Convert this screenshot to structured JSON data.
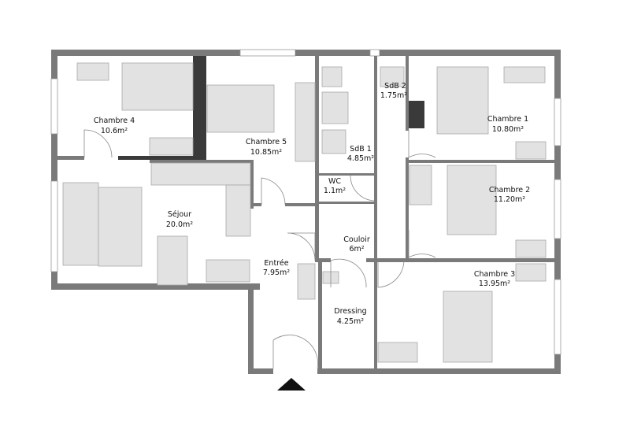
{
  "plan": {
    "entrance_marker": "entrance-triangle",
    "rooms": [
      {
        "id": "chambre-4",
        "name": "Chambre 4",
        "area": "10.6m²"
      },
      {
        "id": "chambre-5",
        "name": "Chambre 5",
        "area": "10.85m²"
      },
      {
        "id": "sdb-1",
        "name": "SdB 1",
        "area": "4.85m²"
      },
      {
        "id": "sdb-2",
        "name": "SdB 2",
        "area": "1.75m²"
      },
      {
        "id": "chambre-1",
        "name": "Chambre 1",
        "area": "10.80m²"
      },
      {
        "id": "wc",
        "name": "WC",
        "area": "1.1m²"
      },
      {
        "id": "chambre-2",
        "name": "Chambre 2",
        "area": "11.20m²"
      },
      {
        "id": "sejour",
        "name": "Séjour",
        "area": "20.0m²"
      },
      {
        "id": "couloir",
        "name": "Couloir",
        "area": "6m²"
      },
      {
        "id": "entree",
        "name": "Entrée",
        "area": "7.95m²"
      },
      {
        "id": "chambre-3",
        "name": "Chambre 3",
        "area": "13.95m²"
      },
      {
        "id": "dressing",
        "name": "Dressing",
        "area": "4.25m²"
      }
    ],
    "colors": {
      "wall": "#7a7a7a",
      "furniture": "#e2e2e2",
      "background": "#ffffff"
    }
  }
}
